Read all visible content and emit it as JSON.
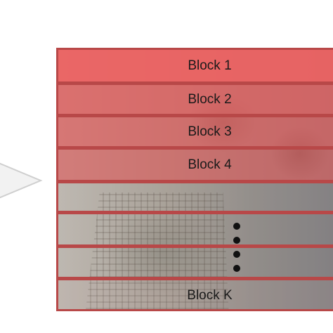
{
  "diagram": {
    "blocks": [
      {
        "label": "Block 1"
      },
      {
        "label": "Block 2"
      },
      {
        "label": "Block 3"
      },
      {
        "label": "Block 4"
      },
      {
        "label": ""
      },
      {
        "label": ""
      },
      {
        "label": ""
      },
      {
        "label": "Block K"
      }
    ],
    "colors": {
      "block_fill": "#ec6262",
      "block_border": "#b84848",
      "arrow_fill": "#f2f2f2",
      "arrow_stroke": "#cfcfcf"
    },
    "ellipsis_icon": "vertical-ellipsis-icon"
  }
}
